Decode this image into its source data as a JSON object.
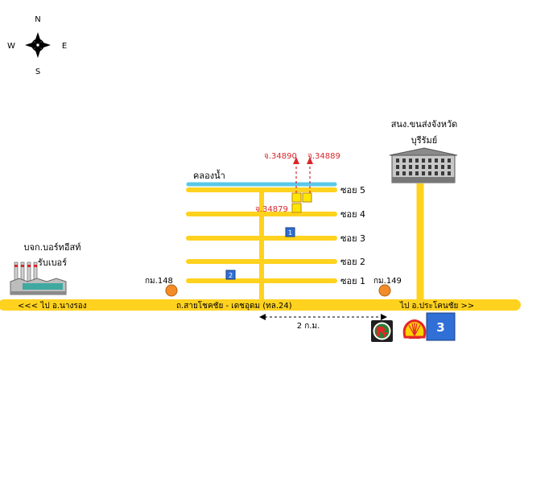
{
  "compass": {
    "n": "N",
    "s": "S",
    "e": "E",
    "w": "W"
  },
  "labels": {
    "canal": "คลองน้ำ",
    "transport_office": [
      "สนง.ขนส่งจังหวัด",
      "บุรีรัมย์"
    ],
    "factory": [
      "บจก.บอร์ทอีสท์",
      "รับเบอร์"
    ],
    "main_road": "ถ.สายโชคชัย - เดชอุดม (ทล.24)",
    "to_left": "<<< ไป อ.นางรอง",
    "to_right": "ไป อ.ประโคนชัย >>",
    "km_left": "กม.148",
    "km_right": "กม.149",
    "distance": "2 ก.ม.",
    "sois": [
      "ซอย 5",
      "ซอย 4",
      "ซอย 3",
      "ซอย 2",
      "ซอย 1"
    ],
    "parcels": [
      "จ.34890",
      "จ.34889",
      "จ.34879"
    ],
    "markers": [
      "1",
      "2",
      "3"
    ]
  },
  "colors": {
    "road": "#FFD21F",
    "canal": "#5BC8E8",
    "parcel_text": "#D9262B",
    "km_marker": "#F28C28",
    "blue_marker": "#2F6FD6",
    "shell_red": "#E3262A",
    "shell_yellow": "#FFD200",
    "pt_green": "#2E7D32"
  },
  "icons": [
    "compass-rose-icon",
    "building-icon",
    "factory-icon",
    "pt-station-icon",
    "shell-station-icon"
  ]
}
